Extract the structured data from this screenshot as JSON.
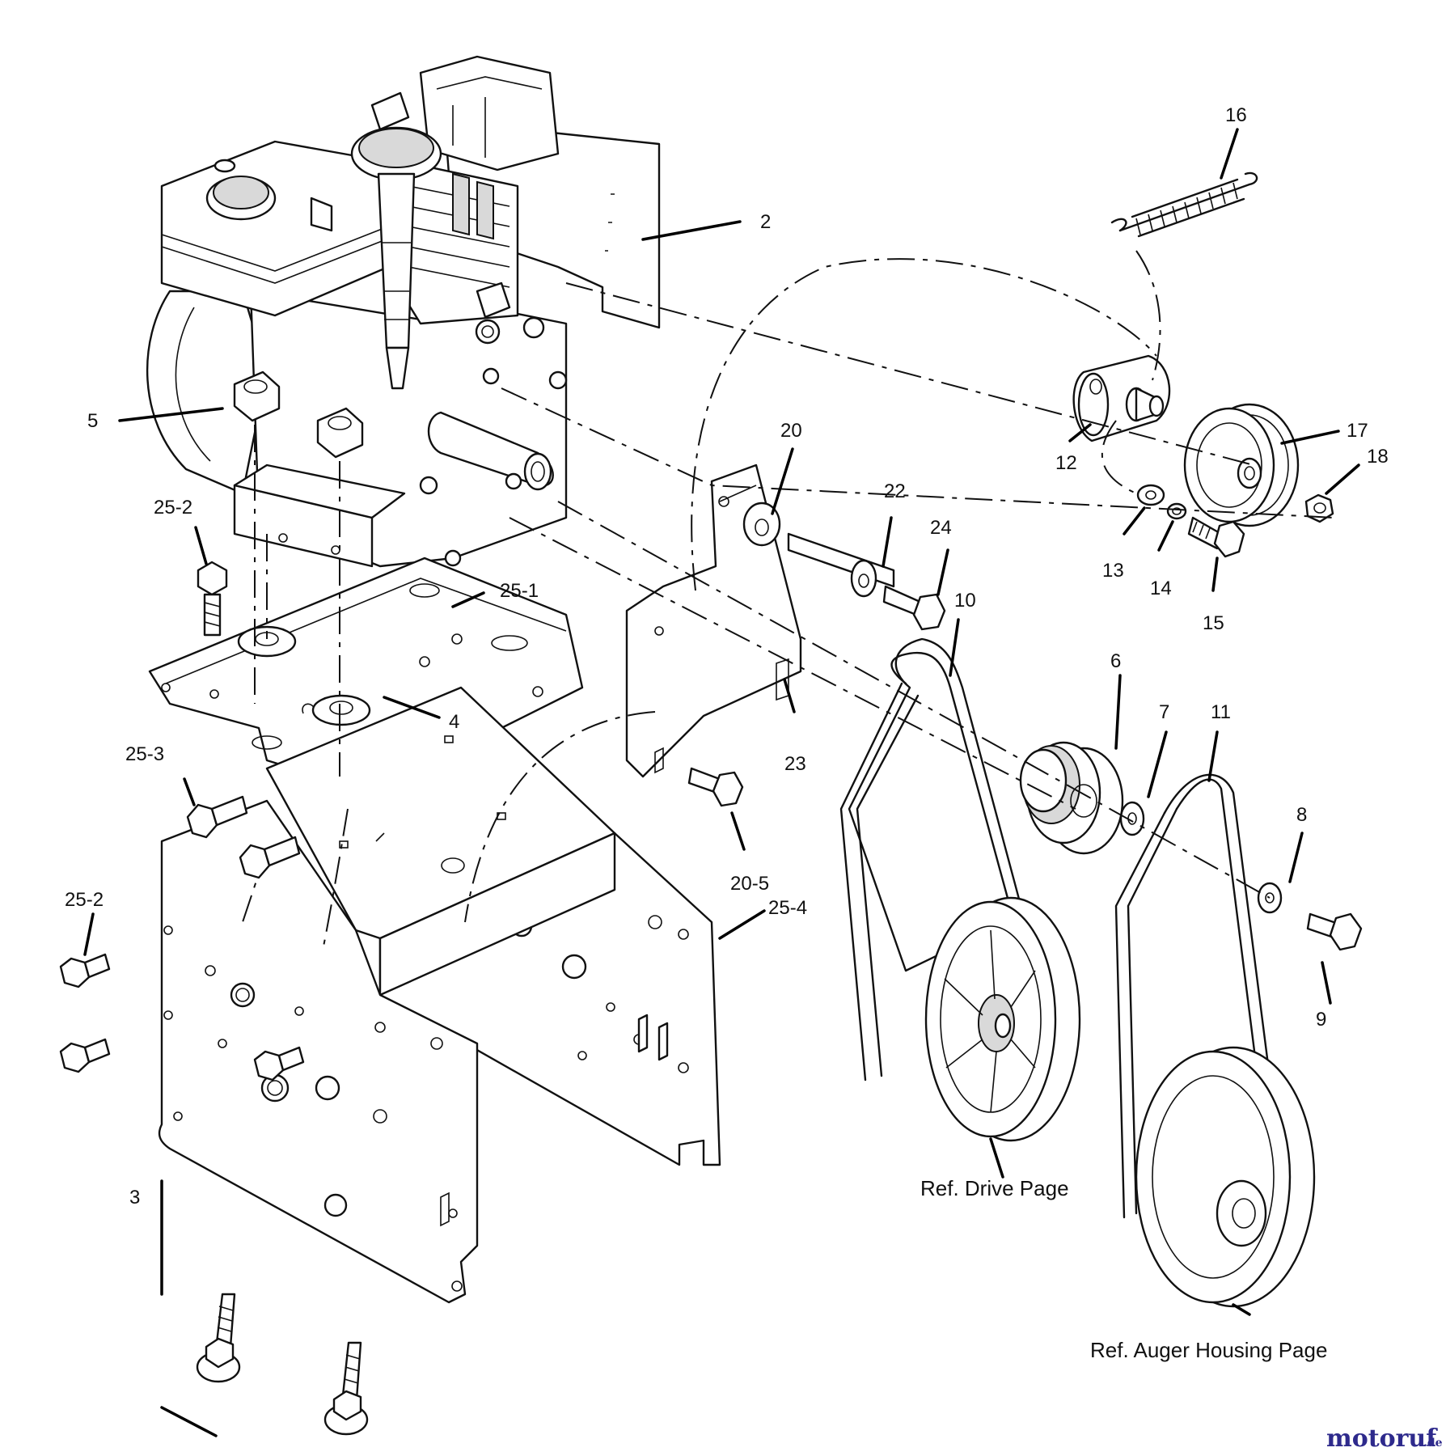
{
  "callouts": {
    "c2": "2",
    "c3": "3",
    "c4": "4",
    "c5": "5",
    "c6": "6",
    "c7": "7",
    "c8": "8",
    "c9": "9",
    "c10": "10",
    "c11": "11",
    "c12": "12",
    "c13": "13",
    "c14": "14",
    "c15": "15",
    "c16": "16",
    "c17": "17",
    "c18": "18",
    "c20": "20",
    "c20_5": "20-5",
    "c22": "22",
    "c23": "23",
    "c24": "24",
    "c25_1": "25-1",
    "c25_2a": "25-2",
    "c25_2b": "25-2",
    "c25_3": "25-3",
    "c25_4": "25-4"
  },
  "references": {
    "drive": "Ref. Drive Page",
    "auger": "Ref. Auger Housing Page"
  },
  "watermark": {
    "brand": "motoruf",
    "suffix": ".de"
  }
}
